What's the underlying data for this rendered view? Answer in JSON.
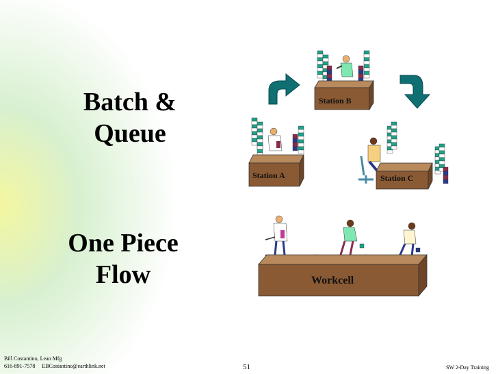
{
  "slide": {
    "heading_batch_line1": "Batch &",
    "heading_batch_line2": "Queue",
    "heading_flow_line1": "One Piece",
    "heading_flow_line2": "Flow",
    "station_a": "Station A",
    "station_b": "Station B",
    "station_c": "Station C",
    "workcell": "Workcell",
    "footer_author": "Bill Costantino, Lean Mfg",
    "footer_contact": "616-891-7578     EBCostantino@earthlink.net",
    "page_number": "51",
    "footer_course": "SW 2-Day Training"
  },
  "colors": {
    "table_top": "#b98a5c",
    "table_front": "#8a5a34",
    "arrow_teal": "#0f6f72",
    "part_colors": [
      "#1fa38a",
      "#8a2a4a",
      "#2a3a8a",
      "#d8c880"
    ]
  },
  "icons": [
    "curved-arrow-icon",
    "person-icon",
    "part-stack-icon",
    "chair-icon"
  ]
}
